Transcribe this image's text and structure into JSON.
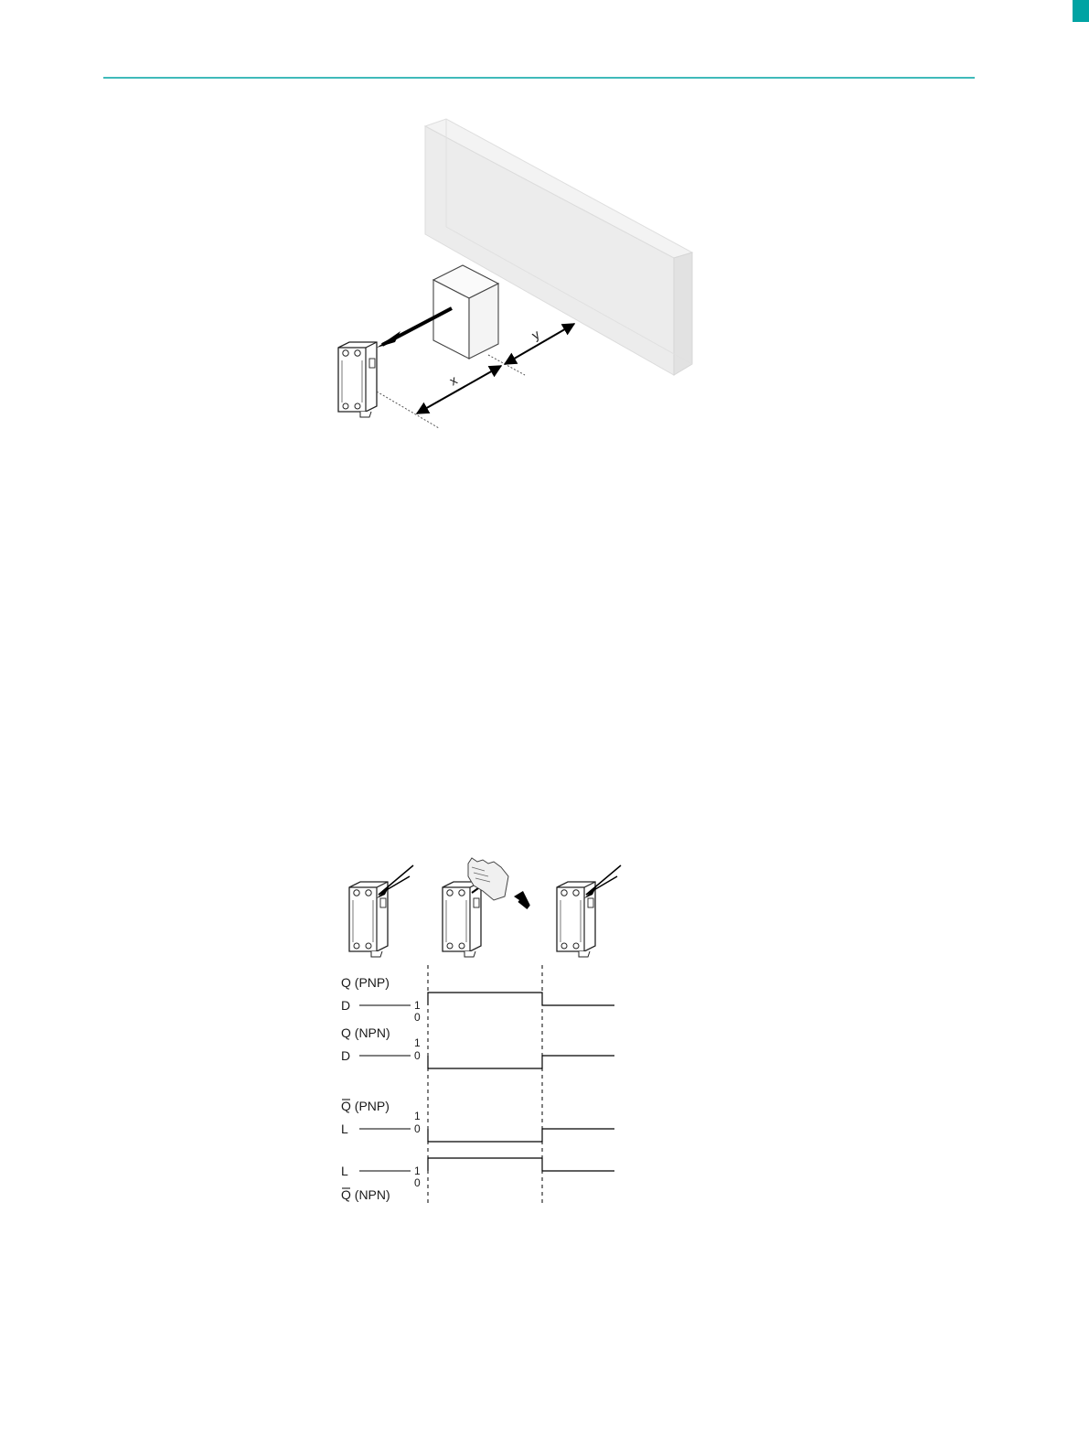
{
  "header": {
    "rule_color": "#00a3a3"
  },
  "figure_distance": {
    "label_x": "x",
    "label_y": "y"
  },
  "figure_timing": {
    "signals": [
      {
        "name": "Q (PNP)",
        "line": "D",
        "high": "1",
        "low": "0"
      },
      {
        "name": "Q (NPN)",
        "line": "D",
        "high": "1",
        "low": "0"
      },
      {
        "name": "Q (PNP)",
        "line": "L",
        "high": "1",
        "low": "0",
        "overbar": true
      },
      {
        "name": "Q (NPN)",
        "line": "L",
        "high": "1",
        "low": "0",
        "overbar": true
      }
    ]
  }
}
